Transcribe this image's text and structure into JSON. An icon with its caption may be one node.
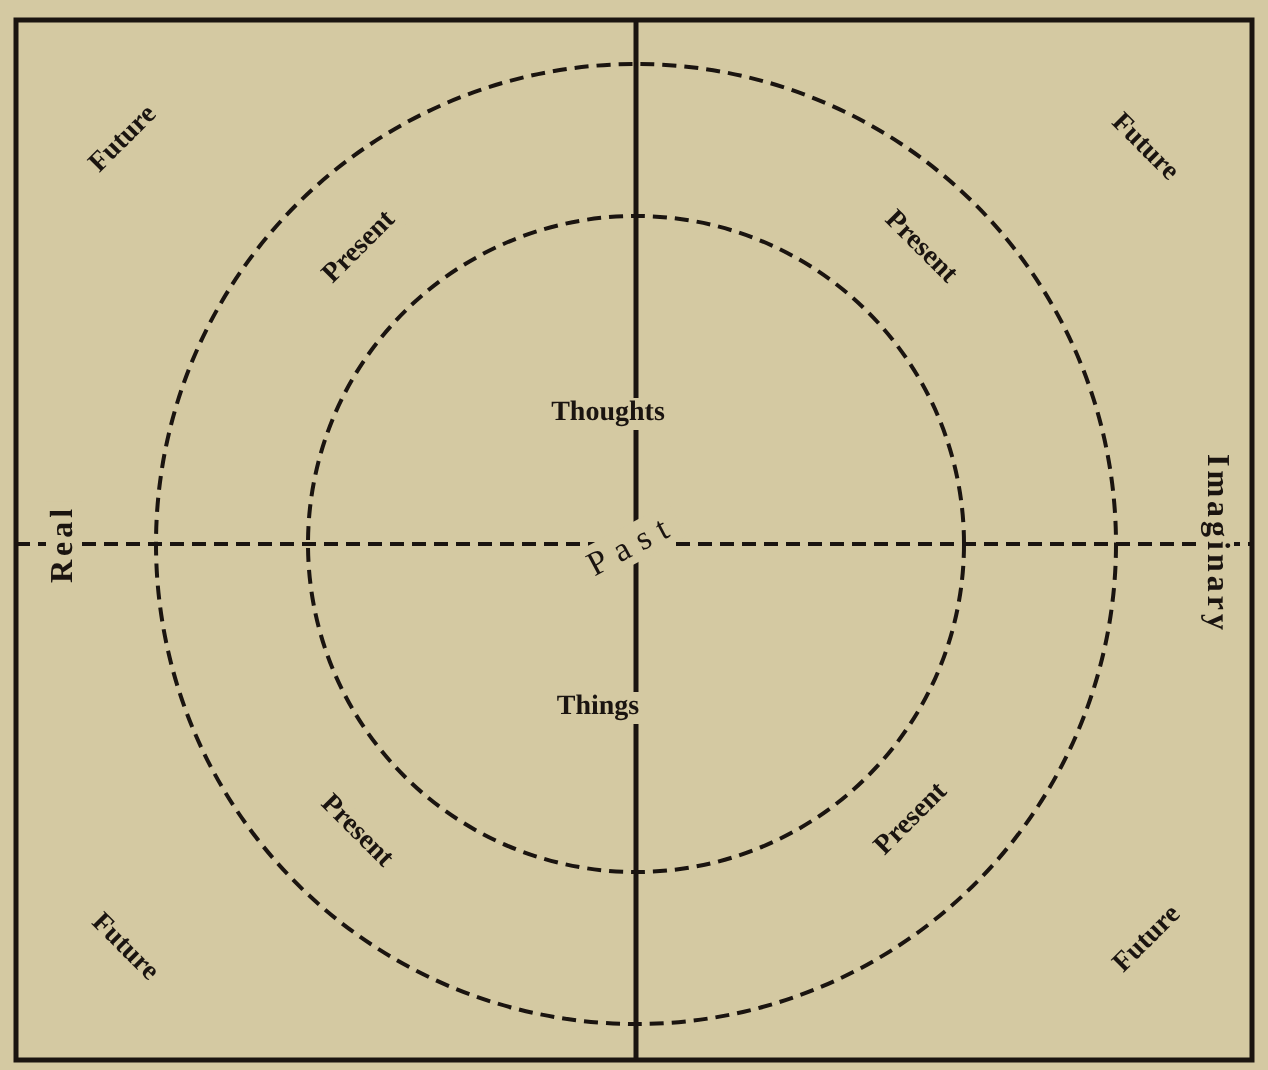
{
  "diagram": {
    "labels": [
      "Future",
      "Future",
      "Present",
      "Present",
      "Thoughts",
      "Real",
      "Past",
      "Imaginary",
      "Things",
      "Present",
      "Present",
      "Future",
      "Future"
    ]
  }
}
